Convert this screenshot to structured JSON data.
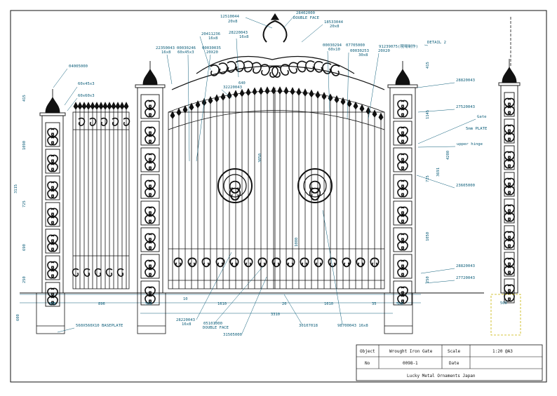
{
  "drawing": {
    "part_labels": [
      {
        "id": "p1",
        "text": "12510044"
      },
      {
        "id": "p1b",
        "text": "20x8"
      },
      {
        "id": "p2",
        "text": "28402000"
      },
      {
        "id": "p2b",
        "text": "DOUBLE FACE"
      },
      {
        "id": "p3",
        "text": "18533044"
      },
      {
        "id": "p3b",
        "text": "20x8"
      },
      {
        "id": "p4",
        "text": "20411236"
      },
      {
        "id": "p4b",
        "text": "16x8"
      },
      {
        "id": "p5",
        "text": "28220043"
      },
      {
        "id": "p5b",
        "text": "16x8"
      },
      {
        "id": "p6",
        "text": "22350043"
      },
      {
        "id": "p6b",
        "text": "16x8"
      },
      {
        "id": "p7",
        "text": "00030246"
      },
      {
        "id": "p7b",
        "text": "60x45x3"
      },
      {
        "id": "p8",
        "text": "00030035"
      },
      {
        "id": "p8b",
        "text": "20X20"
      },
      {
        "id": "p9",
        "text": "00030294"
      },
      {
        "id": "p9b",
        "text": "60x10"
      },
      {
        "id": "p10",
        "text": "07705000"
      },
      {
        "id": "p11",
        "text": "00030253"
      },
      {
        "id": "p11b",
        "text": "30x8"
      },
      {
        "id": "p12",
        "text": "91239075(現場制作)"
      },
      {
        "id": "p12b",
        "text": "20X20"
      },
      {
        "id": "p13",
        "text": "DETAIL 2"
      },
      {
        "id": "p14",
        "text": "04005000"
      },
      {
        "id": "p15",
        "text": "60x45x3"
      },
      {
        "id": "p16",
        "text": "60x60x3"
      },
      {
        "id": "p17",
        "text": "28820043"
      },
      {
        "id": "p18",
        "text": "27520043"
      },
      {
        "id": "p19",
        "text": "Gate"
      },
      {
        "id": "p20",
        "text": "5mm PLATE"
      },
      {
        "id": "p21",
        "text": "upper hinge"
      },
      {
        "id": "p22",
        "text": "23605000"
      },
      {
        "id": "p23",
        "text": "28820043"
      },
      {
        "id": "p24",
        "text": "27720043"
      },
      {
        "id": "p25",
        "text": "560X560X10 BASEPLATE"
      },
      {
        "id": "p26",
        "text": "28220043"
      },
      {
        "id": "p26b",
        "text": "16x8"
      },
      {
        "id": "p27",
        "text": "05101000"
      },
      {
        "id": "p27b",
        "text": "DOUBLE FACE"
      },
      {
        "id": "p28",
        "text": "31505000"
      },
      {
        "id": "p29",
        "text": "30107018"
      },
      {
        "id": "p30",
        "text": "98700043 16x8"
      },
      {
        "id": "p31",
        "text": "32220043"
      }
    ],
    "dimensions": [
      {
        "id": "d500a",
        "text": "500"
      },
      {
        "id": "d896",
        "text": "896"
      },
      {
        "id": "d500b",
        "text": "500"
      },
      {
        "id": "d1610a",
        "text": "1610"
      },
      {
        "id": "d1610b",
        "text": "1610"
      },
      {
        "id": "d500c",
        "text": "500"
      },
      {
        "id": "d3310",
        "text": "3310"
      },
      {
        "id": "d415l",
        "text": "415"
      },
      {
        "id": "d1090",
        "text": "1090"
      },
      {
        "id": "d3115",
        "text": "3115"
      },
      {
        "id": "d725l",
        "text": "725"
      },
      {
        "id": "d690",
        "text": "690"
      },
      {
        "id": "d250l",
        "text": "250"
      },
      {
        "id": "d600",
        "text": "600"
      },
      {
        "id": "d415r",
        "text": "415"
      },
      {
        "id": "d1145",
        "text": "1145"
      },
      {
        "id": "d4200",
        "text": "4200"
      },
      {
        "id": "d3691",
        "text": "3691"
      },
      {
        "id": "d725r",
        "text": "725"
      },
      {
        "id": "d1050",
        "text": "1050"
      },
      {
        "id": "d250r",
        "text": "250"
      },
      {
        "id": "d500r",
        "text": "500"
      },
      {
        "id": "d640",
        "text": "640"
      },
      {
        "id": "d3050",
        "text": "3050"
      },
      {
        "id": "d1000",
        "text": "1000"
      },
      {
        "id": "d20",
        "text": "20"
      },
      {
        "id": "d35",
        "text": "35"
      },
      {
        "id": "d10",
        "text": "10"
      }
    ]
  },
  "title_block": {
    "object_label": "Object",
    "object_value": "Wrought Iron Gate",
    "scale_label": "Scale",
    "scale_value": "1:20 @A3",
    "no_label": "No",
    "no_value": "0098-1",
    "date_label": "Date",
    "date_value": "",
    "company": "Lucky Metal Ornaments Japan"
  },
  "colors": {
    "iron": "#111111",
    "dimension": "#0a5c78",
    "ground": "#c8b400"
  }
}
